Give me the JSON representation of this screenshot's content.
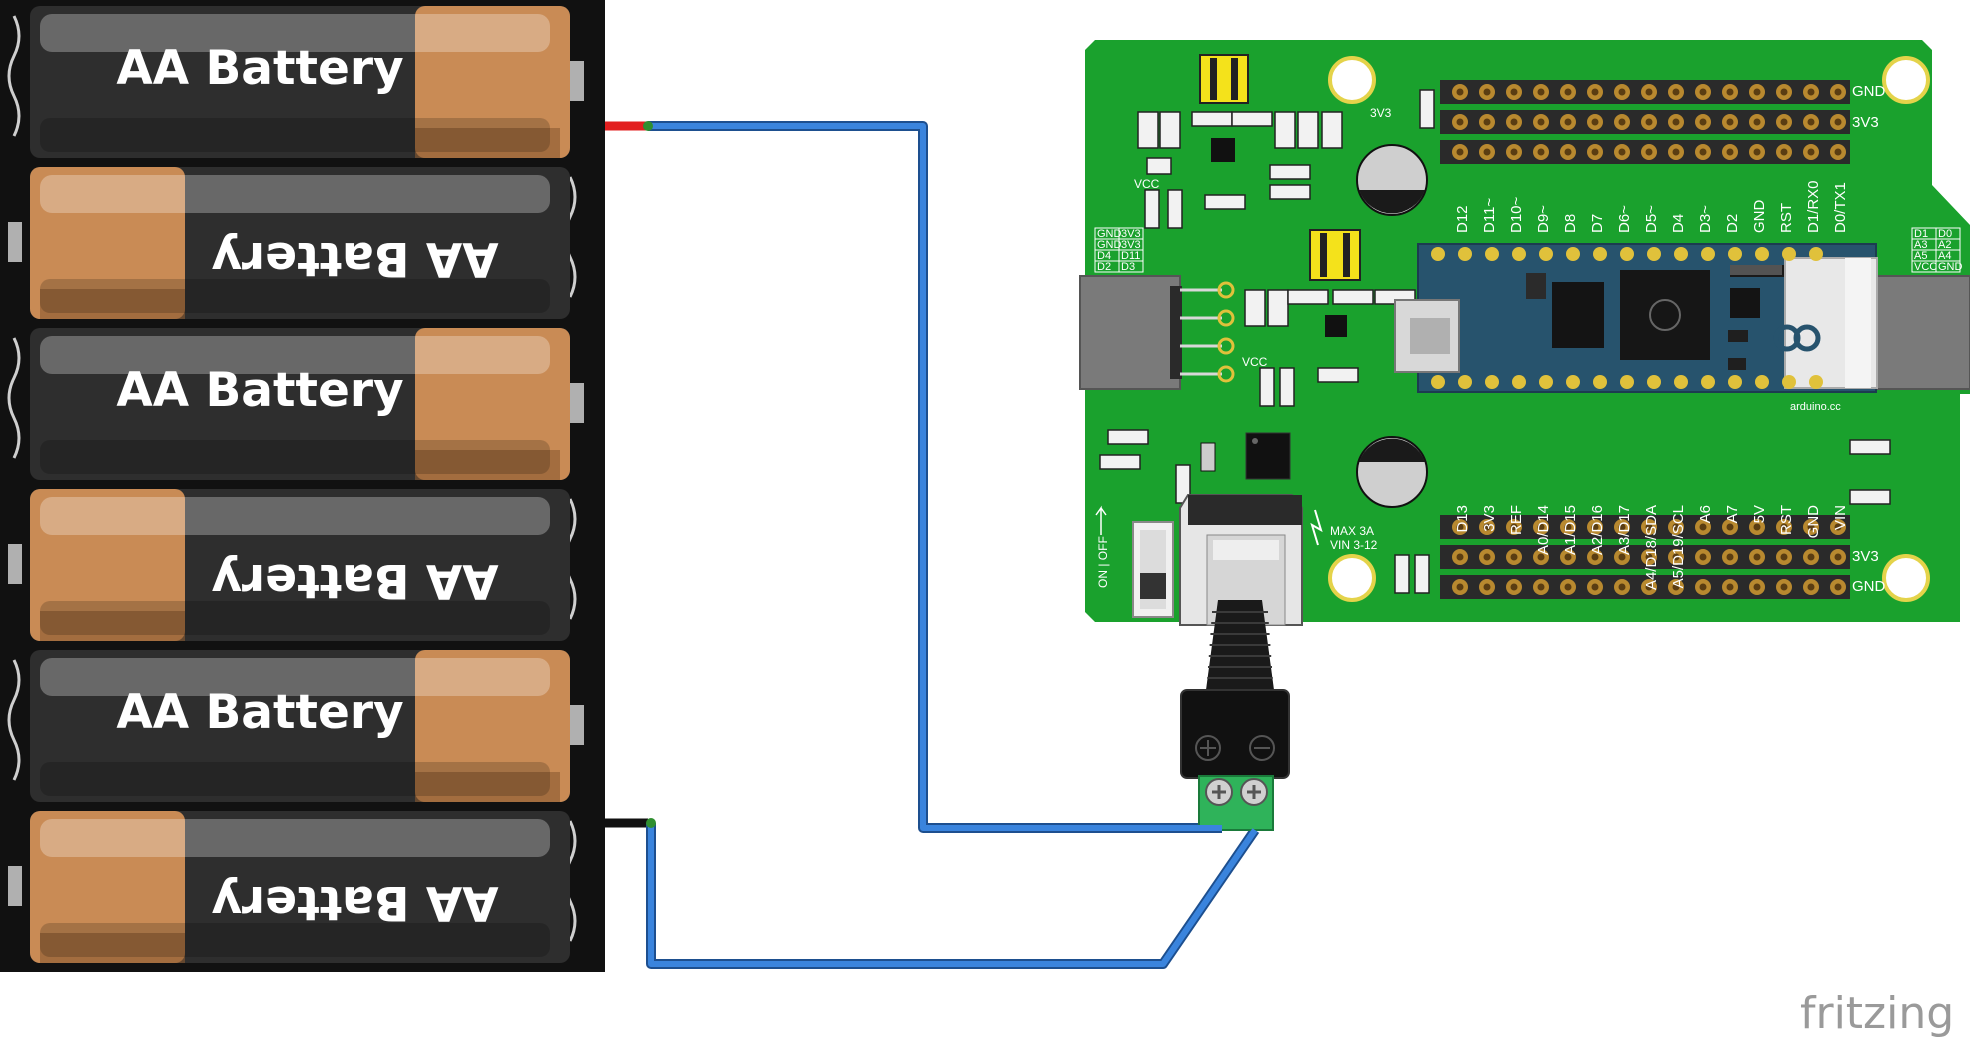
{
  "battery_pack": {
    "cell_label": "AA Battery",
    "cell_count": 6
  },
  "board": {
    "header_power_labels": {
      "gnd": "GND",
      "v3": "3V3"
    },
    "top_pins": [
      "D12",
      "D11~",
      "D10~",
      "D9~",
      "D8",
      "D7",
      "D6~",
      "D5~",
      "D4",
      "D3~",
      "D2",
      "GND",
      "RST",
      "D1/RX0",
      "D0/TX1"
    ],
    "bottom_pins": [
      "D13",
      "3V3",
      "REF",
      "A0/D14",
      "A1/D15",
      "A2/D16",
      "A3/D17",
      "A4/D18/SDA",
      "A5/D19/SCL",
      "A6",
      "A7",
      "5V",
      "RST",
      "GND",
      "VIN"
    ],
    "vcc_label": "VCC",
    "v3_label": "3V3",
    "max_text": "MAX 3A",
    "vin_text": "VIN 3-12",
    "switch_label": "ON | OFF",
    "nano_brand": "arduino.cc",
    "left_table": [
      [
        "GND",
        "3V3"
      ],
      [
        "GND",
        "3V3"
      ],
      [
        "D4",
        "D11"
      ],
      [
        "D2",
        "D3"
      ]
    ],
    "right_table": [
      [
        "D1",
        "D0"
      ],
      [
        "A3",
        "A2"
      ],
      [
        "A5",
        "A4"
      ],
      [
        "VCC",
        "GND"
      ]
    ]
  },
  "watermark": "fritzing",
  "colors": {
    "board": "#1aa12d",
    "wire": "#3376cf",
    "battery_dark": "#2e2e2e",
    "battery_copper": "#c98b55",
    "nano": "#27536d",
    "wire_red": "#e21f1f"
  }
}
